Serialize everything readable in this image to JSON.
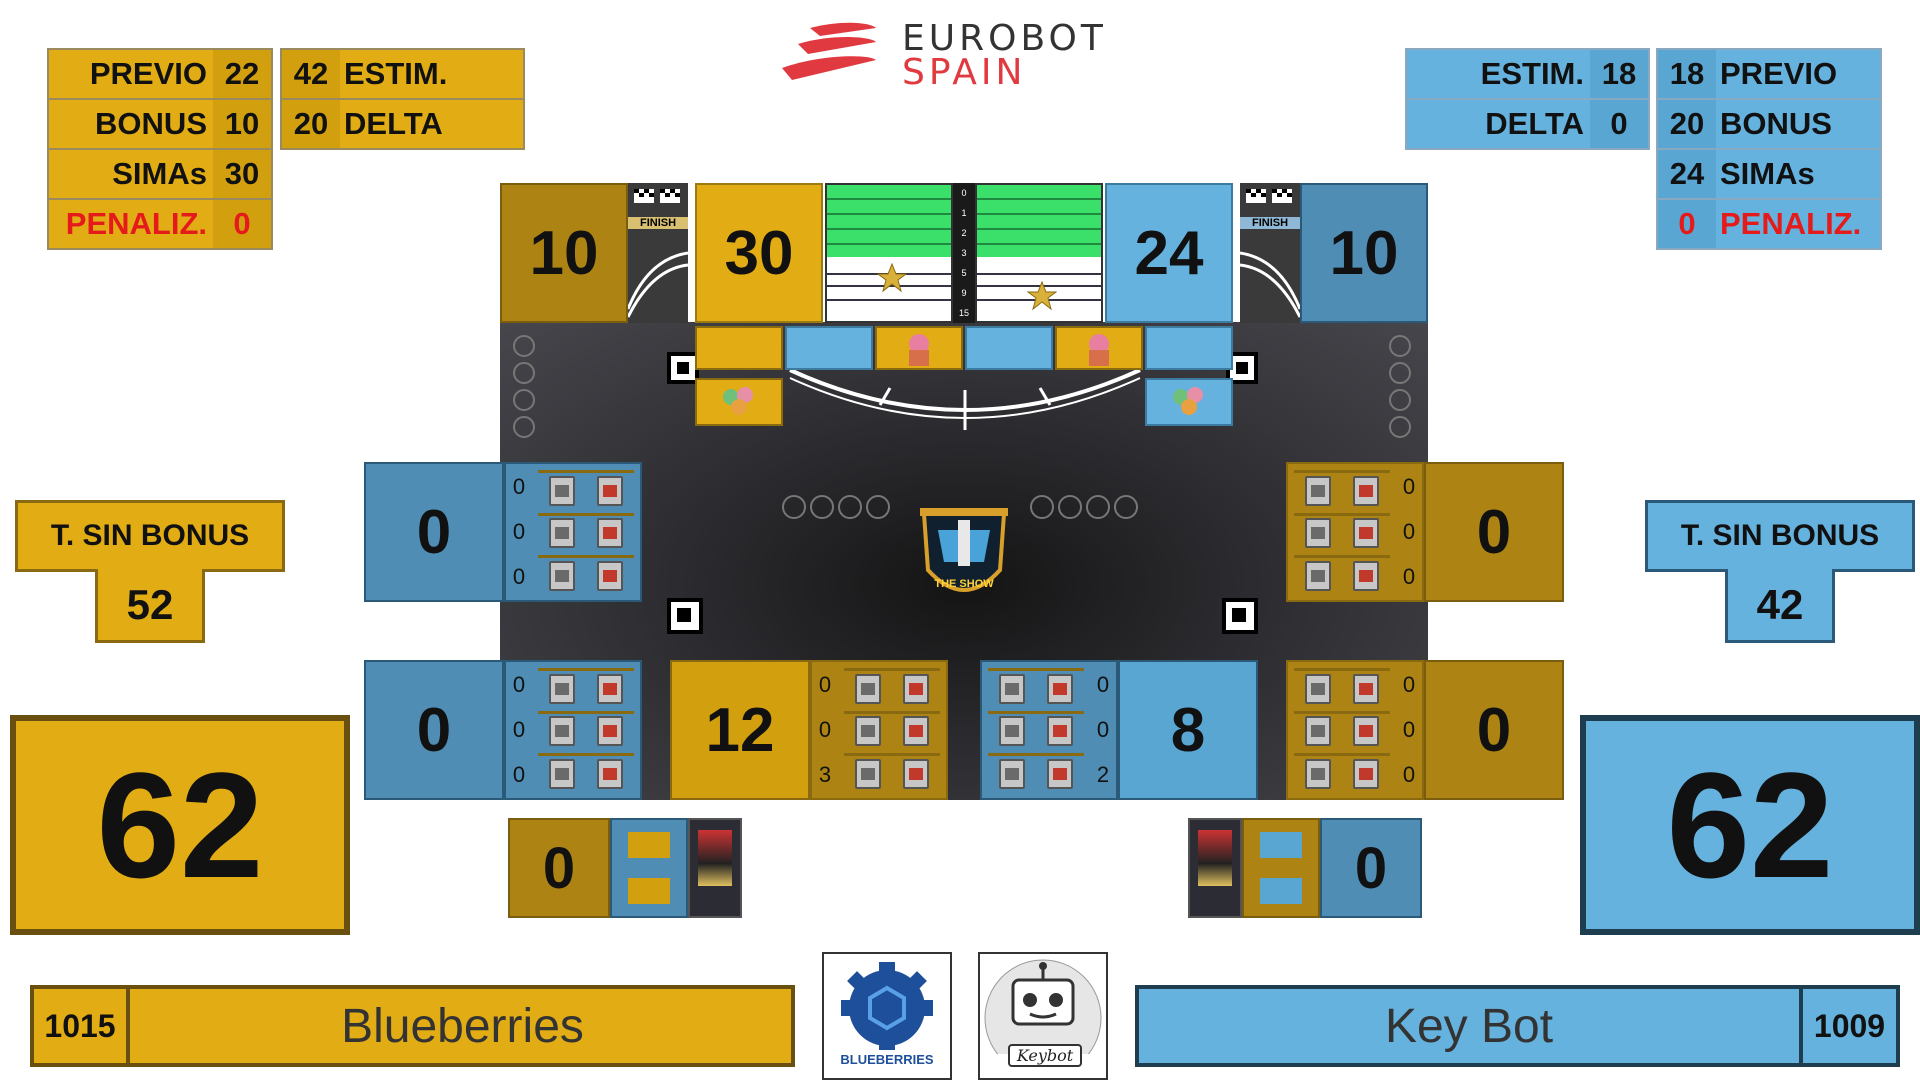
{
  "logo": {
    "line1": "EUROBOT",
    "line2": "SPAIN"
  },
  "left_team": {
    "stats": [
      {
        "label": "PREVIO",
        "value": "22"
      },
      {
        "label": "BONUS",
        "value": "10"
      },
      {
        "label": "SIMAs",
        "value": "30"
      },
      {
        "label": "PENALIZ.",
        "value": "0"
      }
    ],
    "estim": {
      "label": "ESTIM.",
      "value": "42"
    },
    "delta": {
      "label": "DELTA",
      "value": "20"
    },
    "t_sin_bonus_label": "T. SIN BONUS",
    "t_sin_bonus": "52",
    "total": "62",
    "team_number": "1015",
    "team_name": "Blueberries",
    "banner_score": "10",
    "simas_score": "30",
    "zone_top": {
      "score": "0",
      "counts": [
        "0",
        "0",
        "0"
      ]
    },
    "zone_bottom": {
      "score": "0",
      "counts": [
        "0",
        "0",
        "0"
      ]
    },
    "zone_center": {
      "score": "12",
      "counts": [
        "0",
        "0",
        "3"
      ]
    },
    "backstage_score": "0",
    "color": "#e2ad14"
  },
  "right_team": {
    "stats": [
      {
        "label": "PREVIO",
        "value": "18"
      },
      {
        "label": "BONUS",
        "value": "20"
      },
      {
        "label": "SIMAs",
        "value": "24"
      },
      {
        "label": "PENALIZ.",
        "value": "0"
      }
    ],
    "estim": {
      "label": "ESTIM.",
      "value": "18"
    },
    "delta": {
      "label": "DELTA",
      "value": "0"
    },
    "t_sin_bonus_label": "T. SIN BONUS",
    "t_sin_bonus": "42",
    "total": "62",
    "team_number": "1009",
    "team_name": "Key Bot",
    "banner_score": "10",
    "simas_score": "24",
    "zone_top": {
      "score": "0",
      "counts": [
        "0",
        "0",
        "0"
      ]
    },
    "zone_bottom": {
      "score": "0",
      "counts": [
        "0",
        "0",
        "0"
      ]
    },
    "zone_center": {
      "score": "8",
      "counts": [
        "0",
        "0",
        "2"
      ]
    },
    "backstage_score": "0",
    "color": "#66b2de"
  },
  "finish_label": "FINISH",
  "ladder_ticks": [
    "0",
    "1",
    "2",
    "3",
    "5",
    "9",
    "15"
  ],
  "logos": {
    "left": "BLUEBERRIES",
    "right": "Keybot"
  },
  "center_logo": "THE SHOW"
}
